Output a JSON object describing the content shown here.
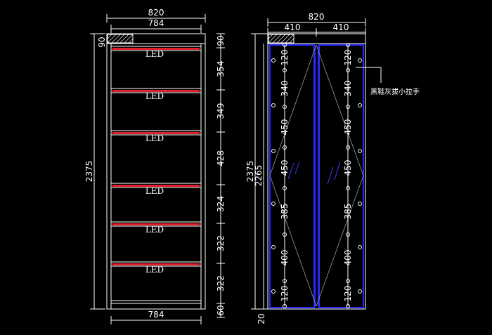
{
  "left_view": {
    "top_width_outer": "820",
    "top_width_inner": "784",
    "bottom_width": "784",
    "overall_height": "2375",
    "top_offset": "90",
    "shelf_spacings": [
      "90",
      "354",
      "349",
      "428",
      "324",
      "322",
      "322",
      "60"
    ],
    "led_labels": [
      "LED",
      "LED",
      "LED",
      "LED",
      "LED",
      "LED"
    ],
    "led_color": "#e0202a"
  },
  "right_view": {
    "top_width_outer": "820",
    "half_widths": [
      "410",
      "410"
    ],
    "overall_height": "2375",
    "inner_height": "2265",
    "bottom_offset": "20",
    "vertical_spacings": [
      "120",
      "340",
      "450",
      "450",
      "385",
      "400",
      "120"
    ],
    "handle_note": "黑鞋灰拔小拉手",
    "frame_color": "#2a2aff"
  },
  "colors": {
    "line": "#ffffff",
    "background": "#000000",
    "hatch": "#ffffff"
  }
}
